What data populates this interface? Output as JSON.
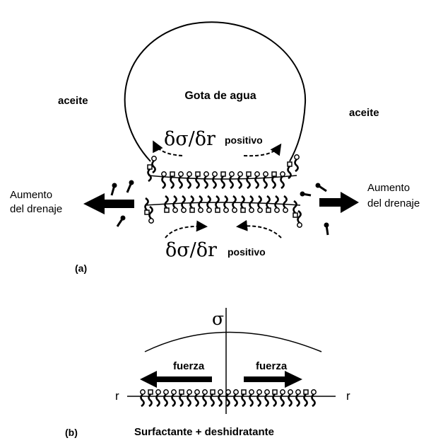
{
  "panel_a": {
    "label": "(a)",
    "drop_label": "Gota de agua",
    "oil_left": "aceite",
    "oil_right": "aceite",
    "gradient_top": {
      "symbol": "δσ/δr",
      "word": "positivo"
    },
    "gradient_bottom": {
      "symbol": "δσ/δr",
      "word": "positivo"
    },
    "drainage_left": [
      "Aumento",
      "del drenaje"
    ],
    "drainage_right": [
      "Aumento",
      "del drenaje"
    ]
  },
  "panel_b": {
    "label": "(b)",
    "sigma": "σ",
    "force_left": "fuerza",
    "force_right": "fuerza",
    "axis_left": "r",
    "axis_right": "r",
    "caption": "Surfactante + deshidratante"
  },
  "colors": {
    "ink": "#000000",
    "background": "#ffffff"
  }
}
